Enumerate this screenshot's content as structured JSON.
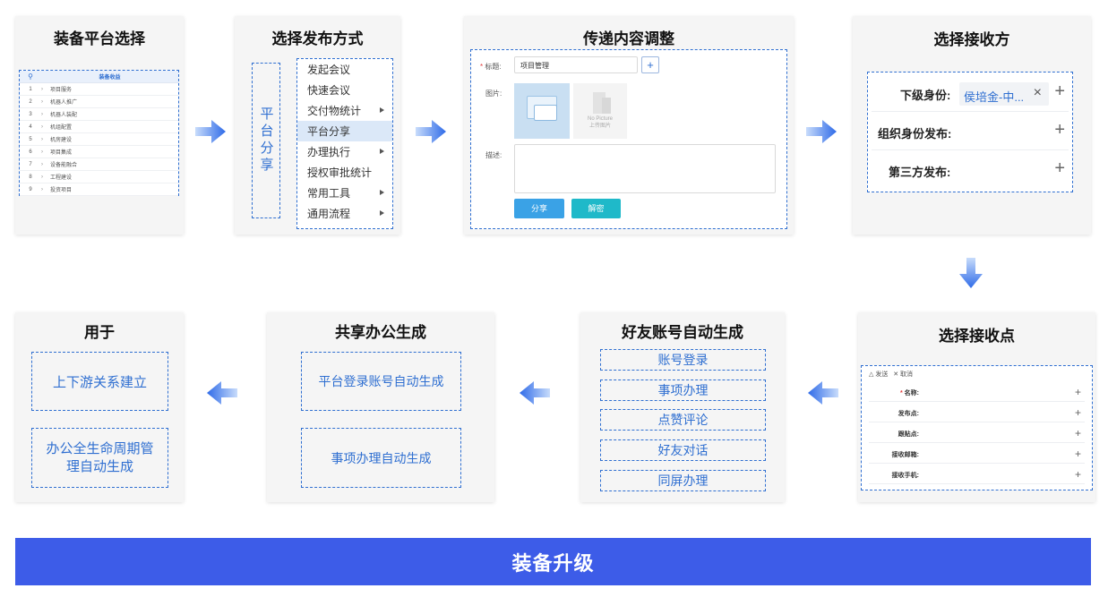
{
  "bottom_banner": "装备升级",
  "step1": {
    "title": "装备平台选择",
    "table_header": "装备收益",
    "rows": [
      {
        "num": "1",
        "label": "项目服务"
      },
      {
        "num": "2",
        "label": "机器人推广"
      },
      {
        "num": "3",
        "label": "机器人装配"
      },
      {
        "num": "4",
        "label": "机组配置"
      },
      {
        "num": "5",
        "label": "机房建设"
      },
      {
        "num": "6",
        "label": "项目集成"
      },
      {
        "num": "7",
        "label": "设备能融合"
      },
      {
        "num": "8",
        "label": "工程建设"
      },
      {
        "num": "9",
        "label": "投资项目"
      }
    ]
  },
  "step2": {
    "title": "选择发布方式",
    "vertical_label": "平台分享",
    "menu": [
      {
        "label": "发起会议",
        "submenu": false
      },
      {
        "label": "快速会议",
        "submenu": false
      },
      {
        "label": "交付物统计",
        "submenu": true
      },
      {
        "label": "平台分享",
        "submenu": false,
        "active": true
      },
      {
        "label": "办理执行",
        "submenu": true
      },
      {
        "label": "授权审批统计",
        "submenu": false
      },
      {
        "label": "常用工具",
        "submenu": true
      },
      {
        "label": "通用流程",
        "submenu": true
      }
    ]
  },
  "step3": {
    "title": "传递内容调整",
    "required_mark": "*",
    "title_label": "标题:",
    "title_value": "项目管理",
    "plus": "+",
    "image_label": "图片:",
    "no_picture": "No Picture",
    "upload_label": "上传图片",
    "desc_label": "描述:",
    "share_button": "分享",
    "decrypt_button": "解密",
    "colors": {
      "share": "#3aa2e6",
      "decrypt": "#1fb9c9"
    }
  },
  "step4": {
    "title": "选择接收方",
    "rows": [
      {
        "label": "下级身份:",
        "chip": "侯培金-中...",
        "chip_close": "×"
      },
      {
        "label": "组织身份发布:"
      },
      {
        "label": "第三方发布:"
      }
    ],
    "plus": "+"
  },
  "step5": {
    "title": "选择接收点",
    "send_label": "发送",
    "cancel_label": "取消",
    "required_mark": "*",
    "fields": [
      "名称:",
      "发布点:",
      "跟贴点:",
      "接收邮箱:",
      "接收手机:"
    ],
    "plus": "+"
  },
  "step6": {
    "title": "好友账号自动生成",
    "items": [
      "账号登录",
      "事项办理",
      "点赞评论",
      "好友对话",
      "同屏办理"
    ]
  },
  "step7": {
    "title": "共享办公生成",
    "items": [
      "平台登录账号自动生成",
      "事项办理自动生成"
    ]
  },
  "step8": {
    "title": "用于",
    "items": [
      "上下游关系建立",
      "办公全生命周期管理自动生成"
    ]
  },
  "colors": {
    "accent": "#2f6fd1",
    "banner": "#3d5ce8",
    "arrow": "#3b7cf0"
  }
}
